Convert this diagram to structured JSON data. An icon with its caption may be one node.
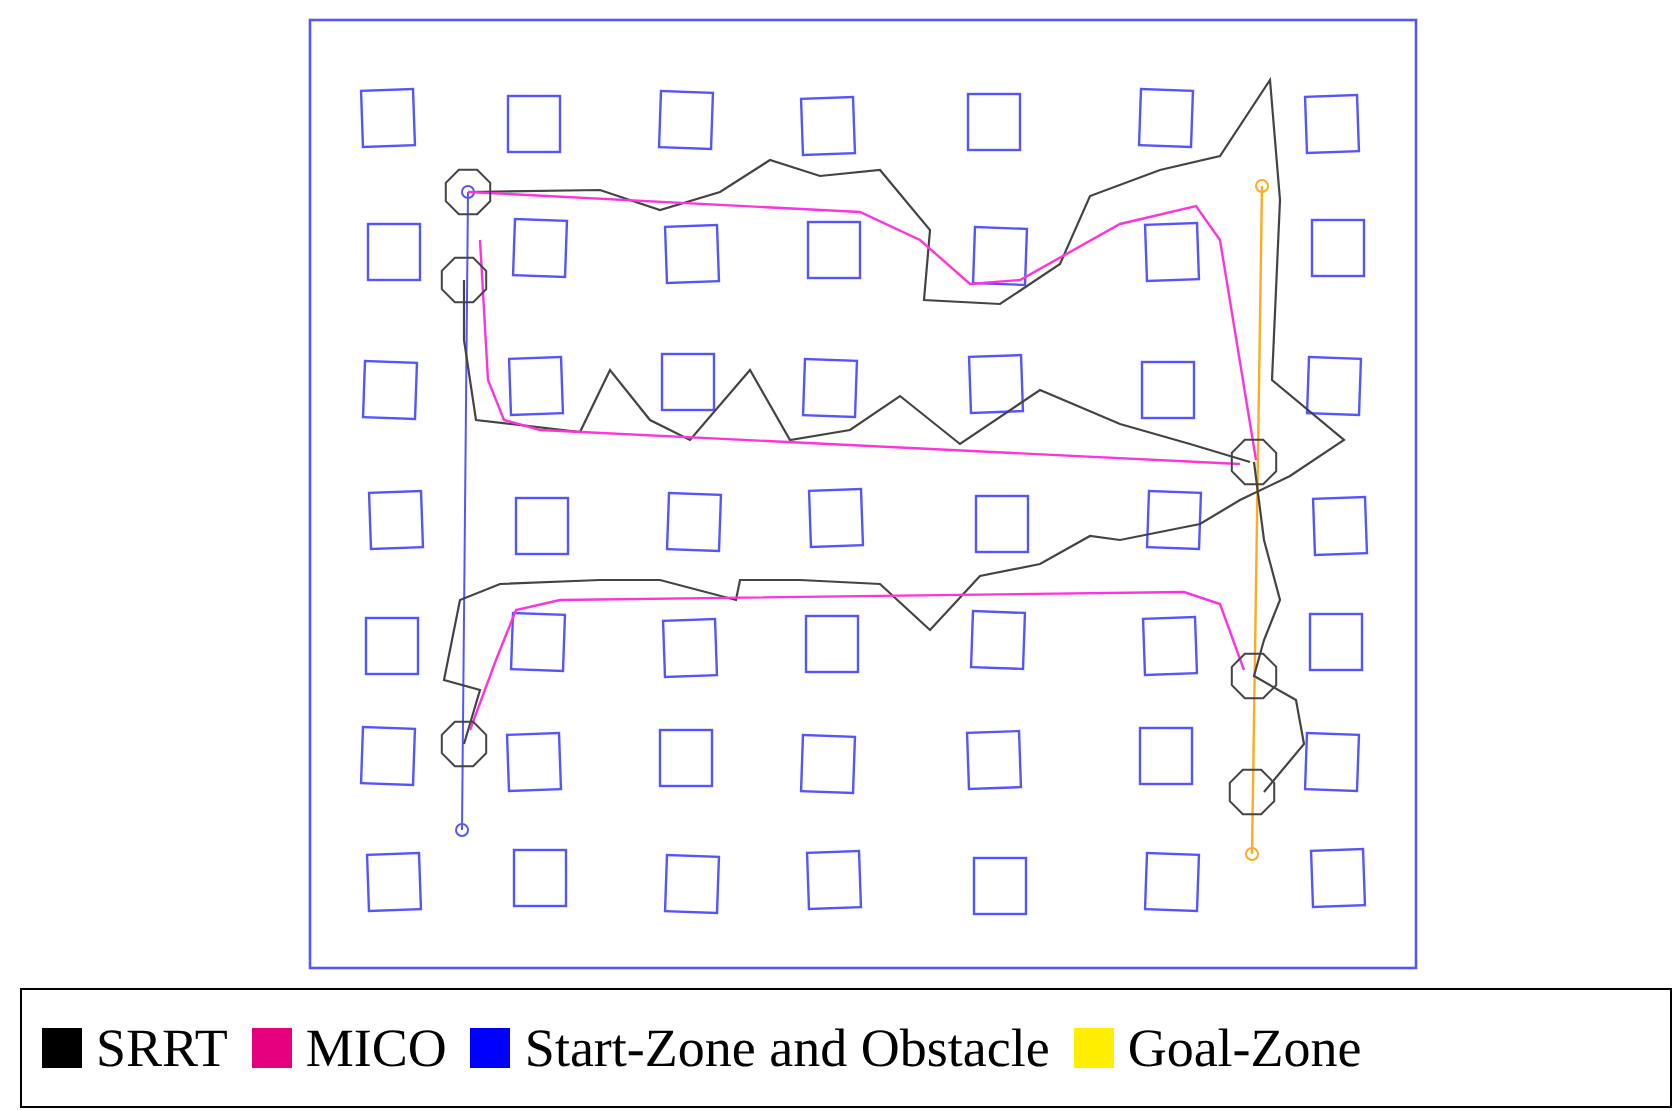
{
  "diagram": {
    "legend": [
      {
        "text": "SRRT",
        "color": "#000000"
      },
      {
        "text": "MICO",
        "color": "#e6007e"
      },
      {
        "text": "Start-Zone and Obstacle",
        "color": "#0000ff"
      },
      {
        "text": "Goal-Zone",
        "color": "#ffee00"
      }
    ]
  }
}
